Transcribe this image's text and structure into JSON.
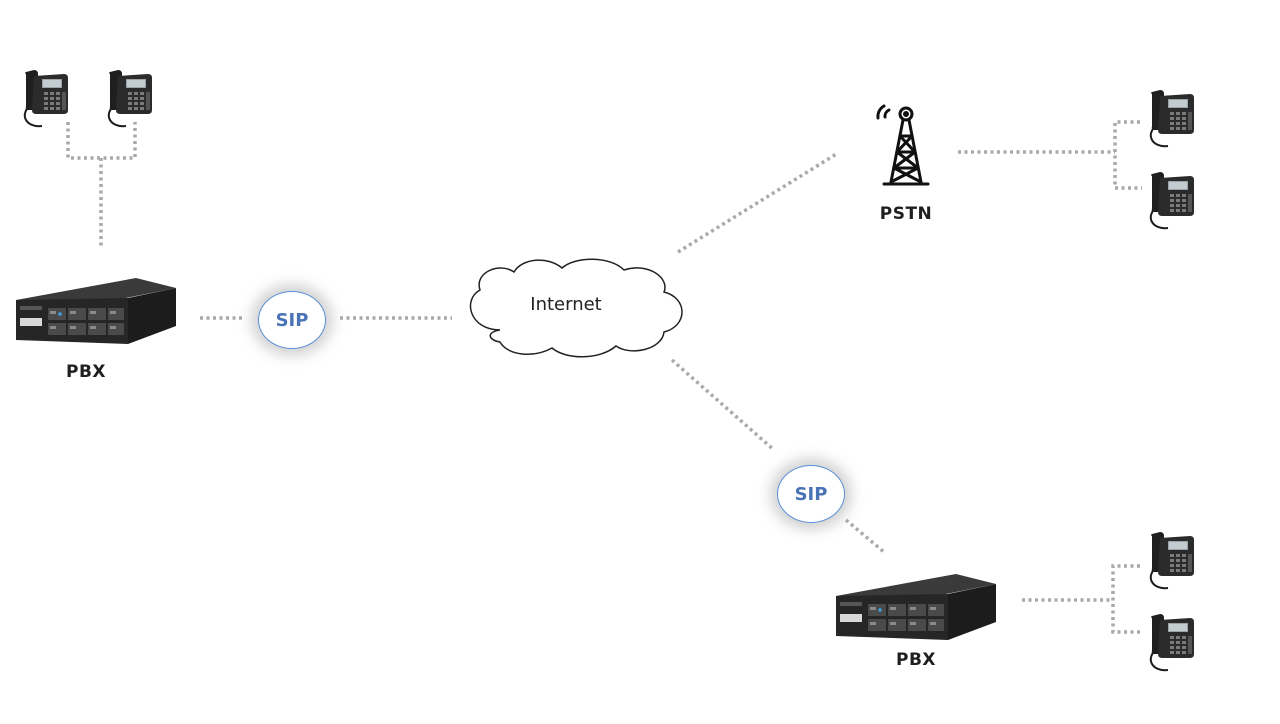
{
  "nodes": {
    "pbx_left_label": "PBX",
    "pbx_bottom_label": "PBX",
    "pstn_label": "PSTN",
    "internet_label": "Internet",
    "sip_left_label": "SIP",
    "sip_bottom_label": "SIP"
  },
  "colors": {
    "connector": "#a9a9a9",
    "sip_border": "#5a8fd8",
    "sip_text": "#4a73b5",
    "device_dark": "#2a2a2a"
  },
  "icons": [
    "desk-phone-icon",
    "pbx-device-icon",
    "cell-tower-icon",
    "cloud-icon"
  ]
}
